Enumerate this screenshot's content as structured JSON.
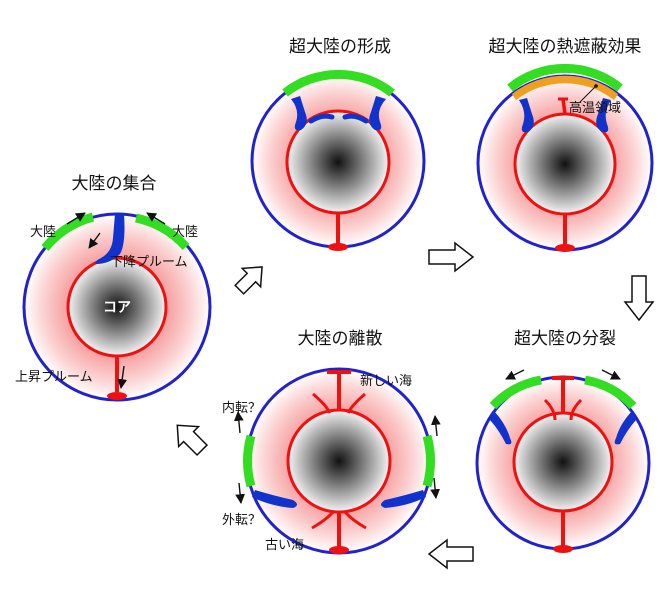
{
  "titles": {
    "assembly": "大陸の集合",
    "formation": "超大陸の形成",
    "insulation": "超大陸の熱遮蔽効果",
    "breakup": "超大陸の分裂",
    "dispersal": "大陸の離散"
  },
  "labels": {
    "continent_left": "大陸",
    "continent_right": "大陸",
    "downwelling_plume": "下降プルーム",
    "core": "コア",
    "upwelling_plume": "上昇プルーム",
    "hot_region": "高温領域",
    "new_ocean": "新しい海",
    "introversion": "内転？",
    "extroversion": "外転？",
    "old_ocean": "古い海"
  },
  "colors": {
    "mantle_rim": "#2222cc",
    "core_boundary": "#ee1111",
    "plume_up": "#ee1111",
    "plume_down": "#1133cc",
    "continent": "#33dd22",
    "hot_region": "#f0a020",
    "mantle_fill": "#f6a0a0",
    "core_center": "#111111"
  },
  "icons": {
    "cycle_arrows": "hollow-block-arrow-icon",
    "motion_arrows": "small-arrow-icon"
  }
}
